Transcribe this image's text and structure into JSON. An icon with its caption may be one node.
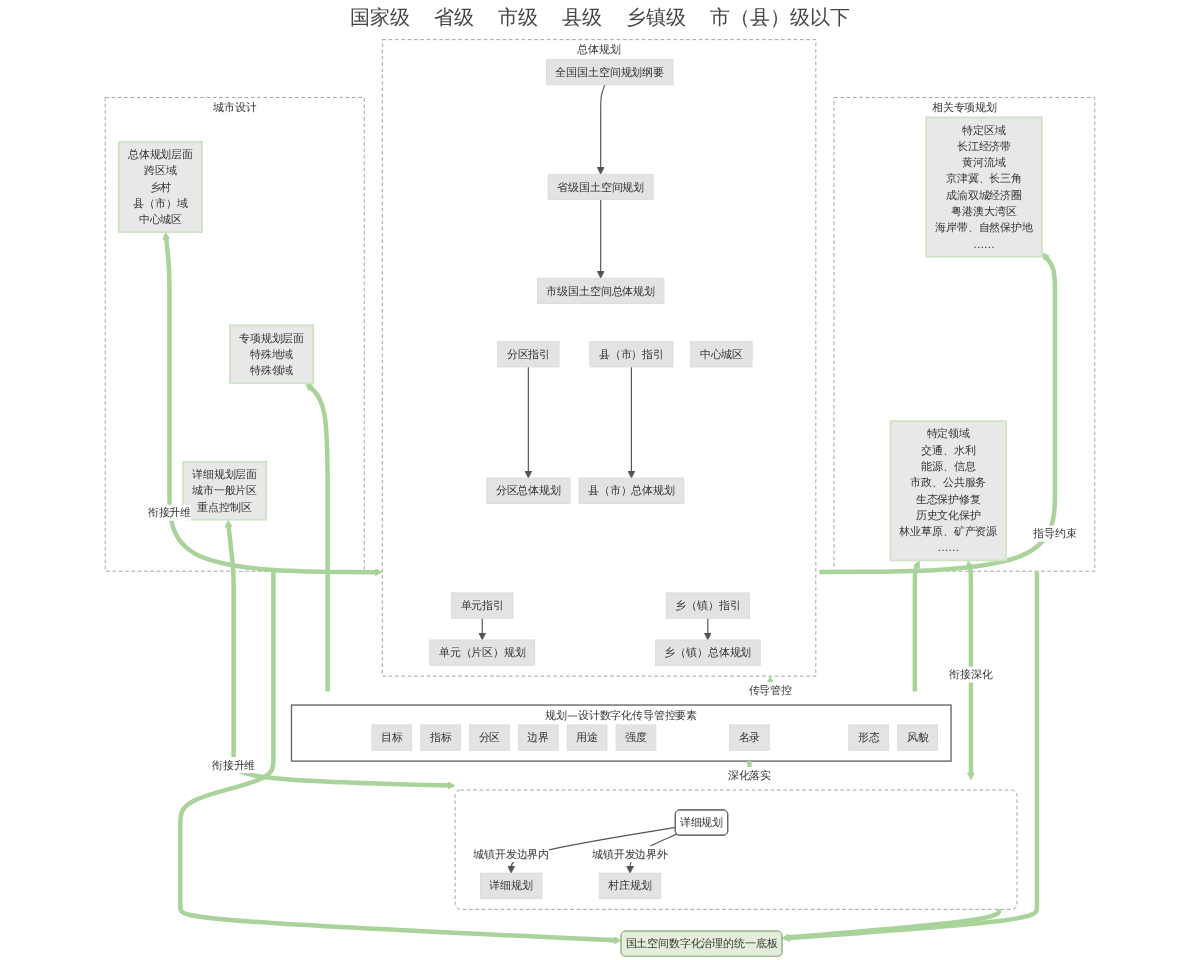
{
  "diagram": {
    "nodes": [
      {
        "text": [
          "城市设计"
        ]
      },
      {
        "text": [
          "总体规划层面",
          "跨区域",
          "乡村",
          "县（市）域",
          "中心城区"
        ],
        "in": 0
      },
      {
        "text": [
          "专项规划层面",
          "特殊地域",
          "特殊领域"
        ],
        "in": 0
      },
      {
        "text": [
          "详细规划层面",
          "城市一般片区",
          "重点控制区"
        ],
        "in": 0
      },
      {
        "text": [
          "总体规划"
        ]
      },
      {
        "text": [
          "全国国土空间规划纲要"
        ],
        "in": 4
      },
      {
        "text": [
          "省级国土空间规划"
        ],
        "in": 4
      },
      {
        "text": [
          "市级国土空间总体规划"
        ],
        "in": 4
      },
      {
        "text": [
          "分区指引"
        ],
        "in": 4
      },
      {
        "text": [
          "县（市）指引"
        ],
        "in": 4
      },
      {
        "text": [
          "分区总体规划"
        ],
        "in": 4
      },
      {
        "text": [
          "县（市）总体规划"
        ],
        "in": 4
      },
      {
        "text": [
          "单元指引"
        ],
        "in": 4
      },
      {
        "text": [
          "乡（镇）指引"
        ],
        "in": 4
      },
      {
        "text": [
          "单元（片区）规划"
        ],
        "in": 4
      },
      {
        "text": [
          "乡（镇）总体规划"
        ],
        "in": 4
      },
      {
        "text": [
          "中心城区"
        ],
        "in": 4
      },
      {
        "text": [
          "规划—设计数字化传导管控要素"
        ]
      },
      {
        "text": [
          "目标"
        ],
        "in": 17
      },
      {
        "text": [
          "指标"
        ],
        "in": 17
      },
      {
        "text": [
          "分区"
        ],
        "in": 17
      },
      {
        "text": [
          "边界"
        ],
        "in": 17
      },
      {
        "text": [
          "名录"
        ],
        "in": 17
      },
      {
        "text": [
          "用途"
        ],
        "in": 17
      },
      {
        "text": [
          "强度"
        ],
        "in": 17
      },
      {
        "text": [
          "形态"
        ],
        "in": 17
      },
      {
        "text": [
          "风貌"
        ],
        "in": 17
      },
      {
        "text": [],
        "shape": "box"
      },
      {
        "text": [
          "详细规划"
        ],
        "in": 27
      },
      {
        "text": [
          "详细规划"
        ],
        "in": 27
      },
      {
        "text": [
          "村庄规划"
        ],
        "in": 27
      },
      {
        "text": [
          "相关专项规划"
        ]
      },
      {
        "text": [
          "特定区域",
          "长江经济带",
          "黄河流域",
          "京津冀、长三角",
          "成渝双城经济圈",
          "粤港澳大湾区",
          "海岸带、自然保护地",
          "……"
        ],
        "in": 31
      },
      {
        "text": [
          "特定领域",
          "交通、水利",
          "能源、信息",
          "市政、公共服务",
          "生态保护修复",
          "历史文化保护",
          "林业草原、矿产资源",
          "……"
        ],
        "in": 31
      },
      {
        "text": [
          "国土空间数字化治理的统一底板"
        ]
      }
    ],
    "edges": [
      {
        "from": 5,
        "to": 6,
        "arrow": "to",
        "color": "#555555"
      },
      {
        "from": 6,
        "to": 7,
        "arrow": "to",
        "color": "#555555"
      },
      {
        "from": 8,
        "to": 10,
        "arrow": "to",
        "color": "#555555"
      },
      {
        "from": 9,
        "to": 11,
        "arrow": "to",
        "color": "#555555"
      },
      {
        "from": 12,
        "to": 14,
        "arrow": "to",
        "color": "#555555"
      },
      {
        "from": 13,
        "to": 15,
        "arrow": "to",
        "color": "#555555"
      },
      {
        "from": 1,
        "to": 4,
        "arrow": "both",
        "label": "衔接升维"
      },
      {
        "from": 4,
        "to": 32,
        "arrow": "to",
        "label": "指导约束"
      },
      {
        "from": 17,
        "to": 4,
        "arrow": "to",
        "label": "传导管控"
      },
      {
        "from": 17,
        "to": 2,
        "arrow": "to"
      },
      {
        "from": 17,
        "to": 33,
        "arrow": "to"
      },
      {
        "from": 17,
        "to": 27,
        "arrow": "to",
        "label": "深化落实"
      },
      {
        "from": 3,
        "to": 27,
        "arrow": "both",
        "label": "衔接升维"
      },
      {
        "from": 27,
        "to": 33,
        "arrow": "both",
        "label": "衔接深化"
      },
      {
        "from": 28,
        "to": 29,
        "arrow": "to",
        "label": "城镇开发边界内",
        "color": "#555555"
      },
      {
        "from": 28,
        "to": 30,
        "arrow": "to",
        "label": "城镇开发边界外",
        "color": "#555555"
      },
      {
        "from": 0,
        "to": 34,
        "arrow": "to"
      },
      {
        "from": 27,
        "to": 34,
        "arrow": "to"
      },
      {
        "from": 31,
        "to": 34,
        "arrow": "to"
      }
    ],
    "labels": [
      "国家级",
      "省级",
      "市级",
      "县级",
      "乡镇级",
      "市（县）级以下"
    ]
  }
}
